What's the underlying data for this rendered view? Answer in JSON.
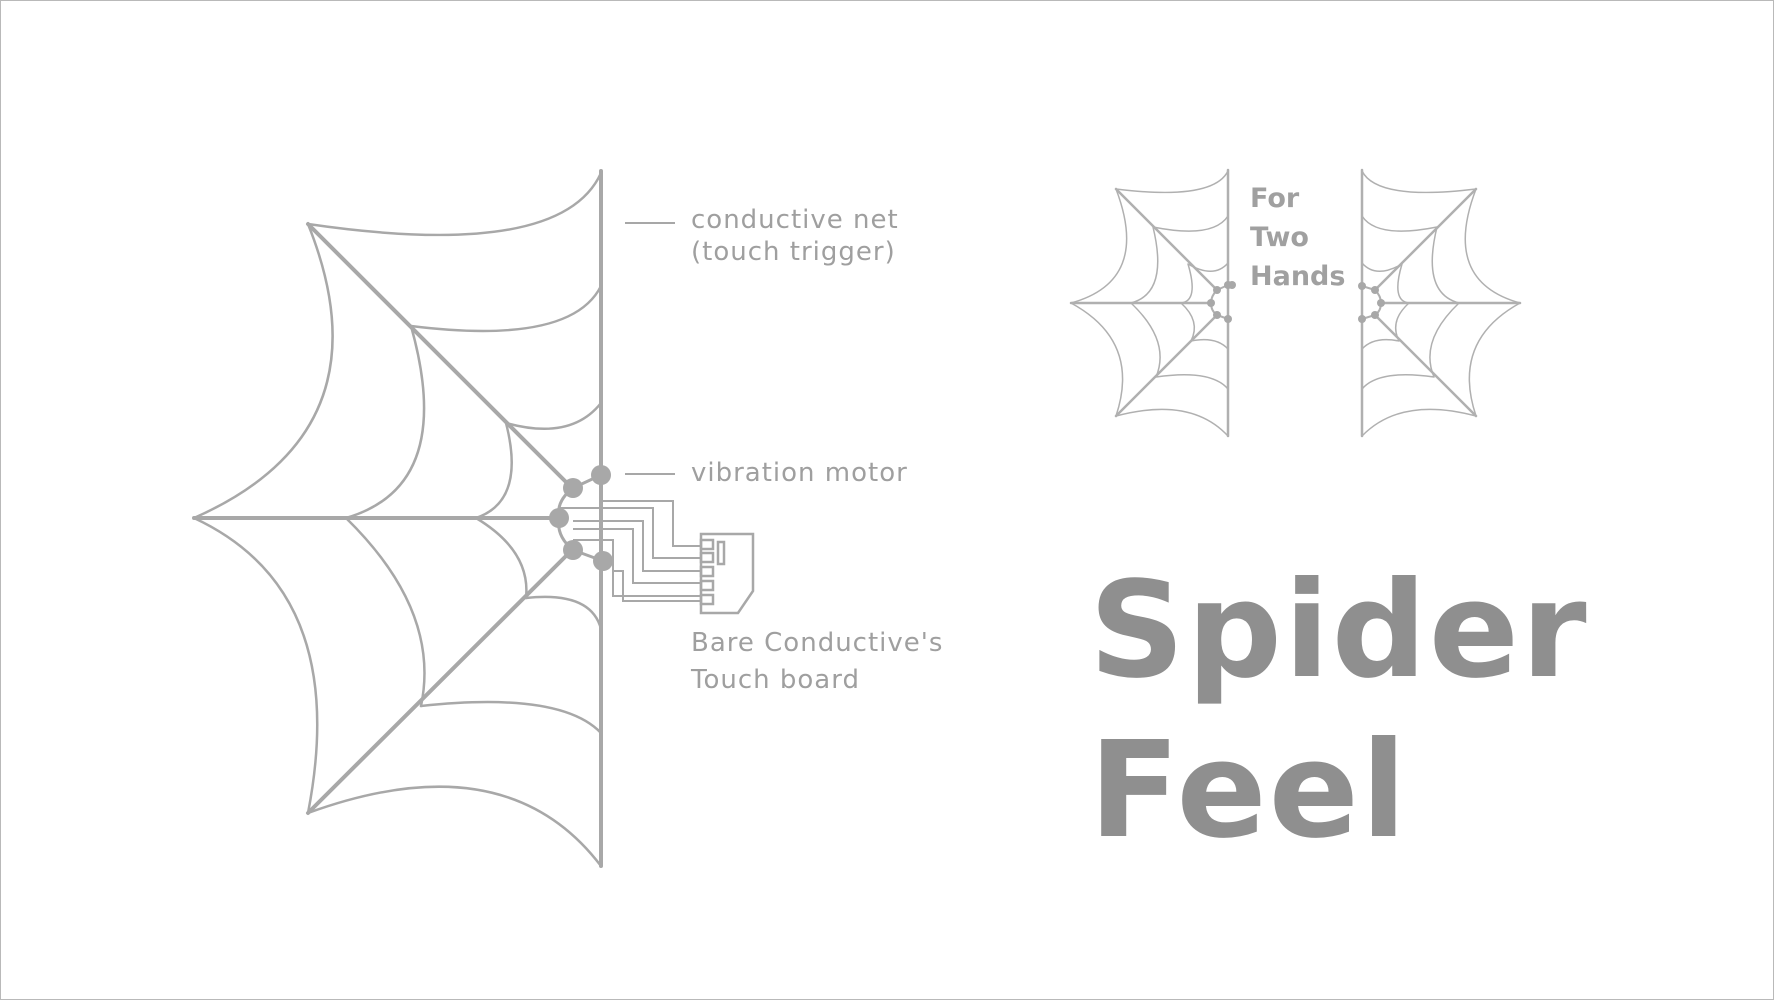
{
  "labels": {
    "conductive_net": "conductive net",
    "touch_trigger": "(touch trigger)",
    "vibration_motor": "vibration motor",
    "board_line1": "Bare Conductive's",
    "board_line2": "Touch board"
  },
  "two_hands": {
    "line1": "For",
    "line2": "Two",
    "line3": "Hands"
  },
  "title": {
    "line1": "Spider",
    "line2": "Feel"
  },
  "colors": {
    "line": "#a8a8a8",
    "text": "#9f9f9f",
    "title": "#8f8f8f"
  }
}
